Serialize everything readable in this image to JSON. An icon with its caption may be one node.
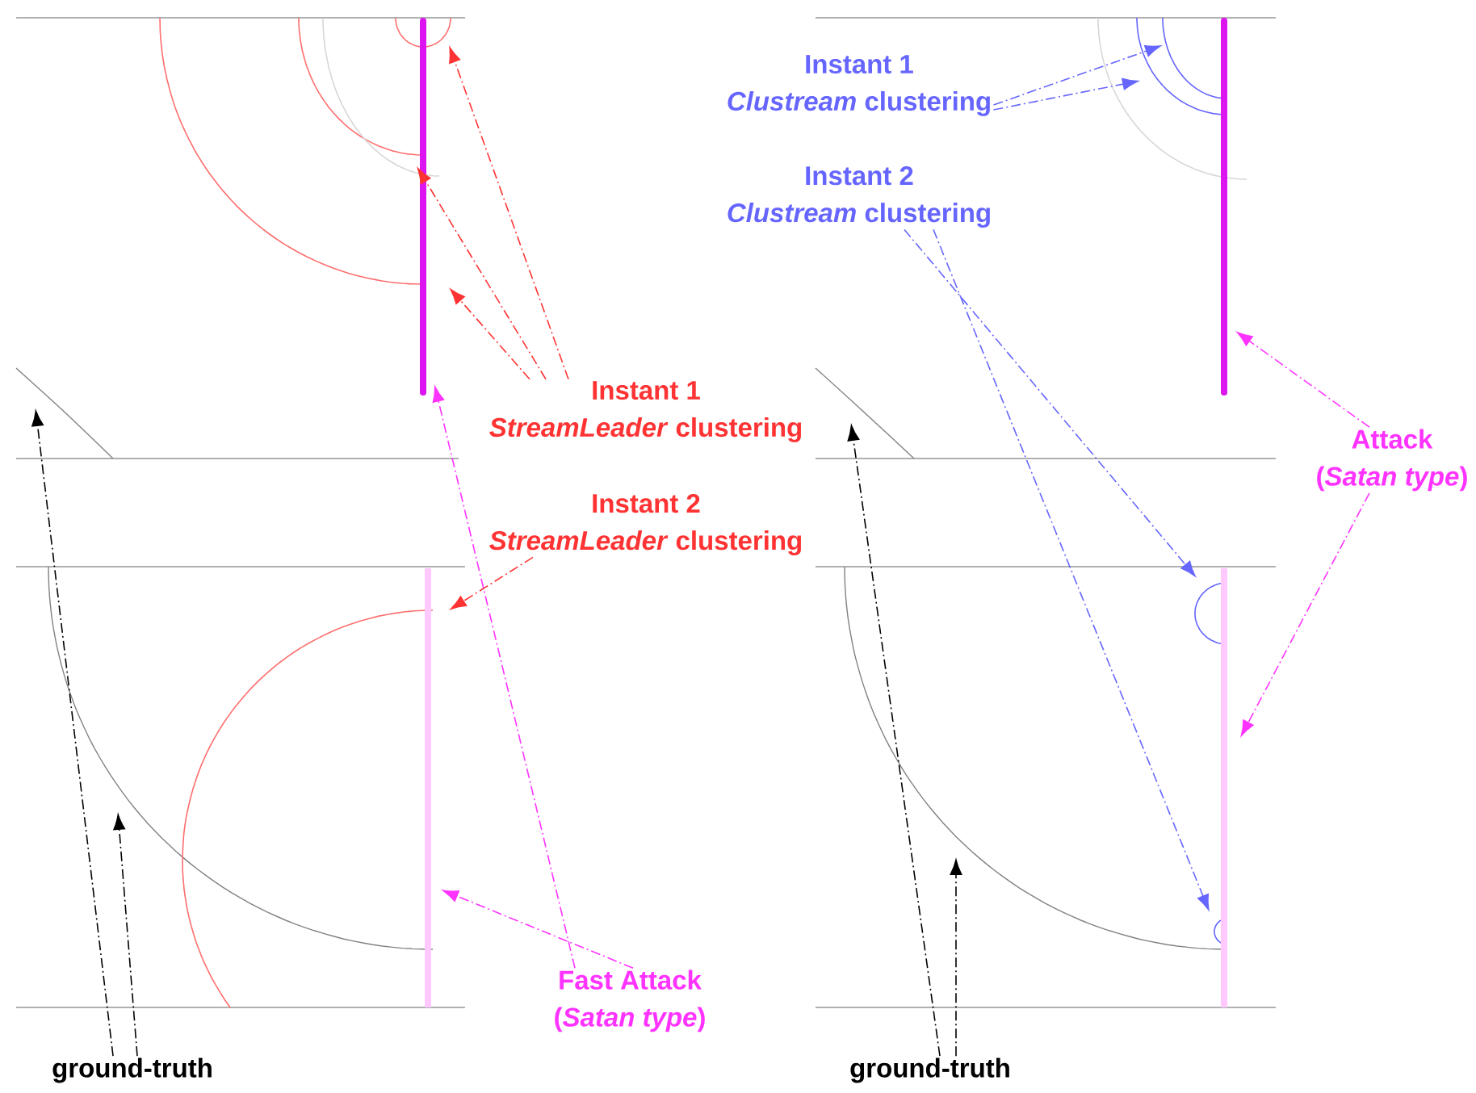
{
  "diagram": {
    "nodes": [
      {
        "text": [
          "Instant 1",
          "*StreamLeader* clustering"
        ]
      },
      {
        "text": [
          "Instant 2",
          "*StreamLeader* clustering"
        ]
      },
      {
        "text": [
          "Instant 1",
          "*Clustream* clustering"
        ]
      },
      {
        "text": [
          "Instant 2",
          "*Clustream* clustering"
        ]
      },
      {
        "text": [
          "Attack",
          "(*Satan type*)"
        ]
      },
      {
        "text": [
          "Fast Attack",
          "(*Satan type*)"
        ]
      },
      {
        "text": [
          "ground-truth"
        ]
      },
      {
        "text": [
          "ground-truth"
        ]
      }
    ],
    "edges": [
      {
        "from": 0,
        "to": null,
        "arrow": "to",
        "color": "#ff3333"
      },
      {
        "from": 0,
        "to": null,
        "arrow": "to",
        "color": "#ff3333"
      },
      {
        "from": 0,
        "to": null,
        "arrow": "to",
        "color": "#ff3333"
      },
      {
        "from": 1,
        "to": null,
        "arrow": "to",
        "color": "#ff3333"
      },
      {
        "from": 2,
        "to": null,
        "arrow": "to",
        "color": "#6666ff"
      },
      {
        "from": 2,
        "to": null,
        "arrow": "to",
        "color": "#6666ff"
      },
      {
        "from": 3,
        "to": null,
        "arrow": "to",
        "color": "#6666ff"
      },
      {
        "from": 3,
        "to": null,
        "arrow": "to",
        "color": "#6666ff"
      },
      {
        "from": 4,
        "to": null,
        "arrow": "to",
        "color": "#ff33ff"
      },
      {
        "from": 4,
        "to": null,
        "arrow": "to",
        "color": "#ff33ff"
      },
      {
        "from": 5,
        "to": null,
        "arrow": "to",
        "color": "#ff33ff"
      },
      {
        "from": 5,
        "to": null,
        "arrow": "to",
        "color": "#ff33ff"
      },
      {
        "from": 6,
        "to": null,
        "arrow": "to",
        "color": "#000000"
      },
      {
        "from": 6,
        "to": null,
        "arrow": "to",
        "color": "#000000"
      },
      {
        "from": 7,
        "to": null,
        "arrow": "to",
        "color": "#000000"
      },
      {
        "from": 7,
        "to": null,
        "arrow": "to",
        "color": "#000000"
      }
    ]
  }
}
